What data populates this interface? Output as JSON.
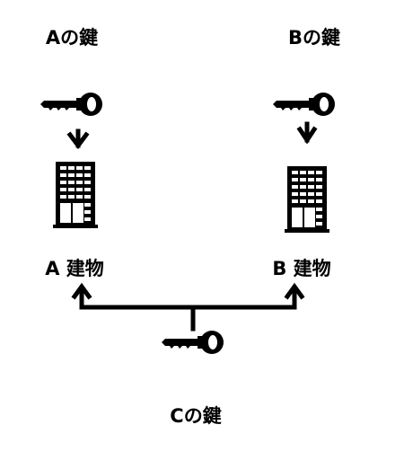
{
  "labels": {
    "key_a": "Aの鍵",
    "key_b": "Bの鍵",
    "key_c": "Cの鍵",
    "building_a": "A 建物",
    "building_b": "B 建物"
  },
  "icons": {
    "key": "key-icon",
    "building": "building-icon",
    "arrow": "arrow-icon"
  },
  "colors": {
    "ink": "#000000",
    "background": "#ffffff"
  }
}
